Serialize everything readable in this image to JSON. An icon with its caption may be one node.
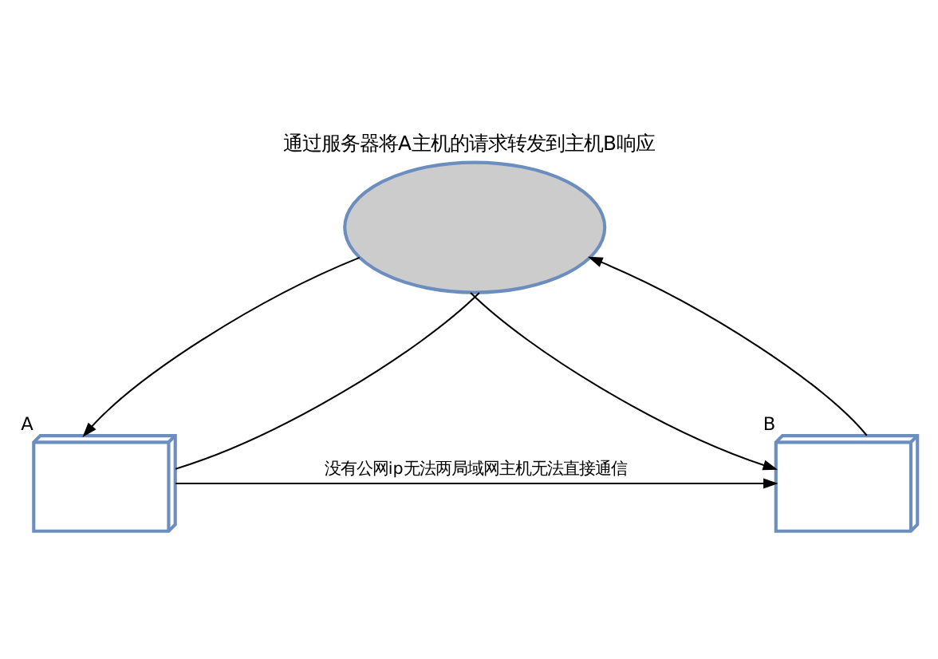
{
  "diagram": {
    "title": "通过服务器将A主机的请求转发到主机B响应",
    "nodes": [
      {
        "text": [],
        "shape": "cloud"
      },
      {
        "text": [],
        "shape": "computer",
        "beside": [
          "A"
        ]
      },
      {
        "text": [],
        "shape": "computer",
        "beside": [
          "B"
        ]
      }
    ],
    "edges": [
      {
        "from": 1,
        "to": 0,
        "arrow": "none"
      },
      {
        "from": 0,
        "to": 1,
        "arrow": "to"
      },
      {
        "from": 2,
        "to": 0,
        "arrow": "to"
      },
      {
        "from": 0,
        "to": 2,
        "arrow": "to"
      },
      {
        "from": 1,
        "to": 2,
        "arrow": "to",
        "label": "没有公网ip无法两局域网主机无法直接通信"
      }
    ]
  }
}
